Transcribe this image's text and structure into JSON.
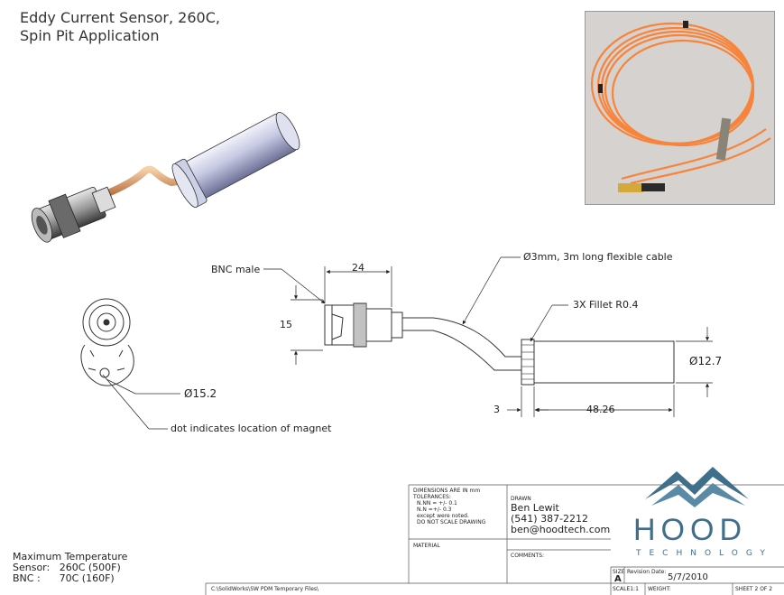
{
  "title": {
    "line1": "Eddy Current Sensor, 260C,",
    "line2": "Spin Pit Application"
  },
  "drawing": {
    "bnc_male_label": "BNC male",
    "dim_24": "24",
    "dim_15": "15",
    "cable_label": "3mm, 3m long flexible cable",
    "fillet_label": "3X Fillet R0.4",
    "dim_12_7": "12.7",
    "dim_3": "3",
    "dim_48_26": "48.26",
    "dim_15_2": "15.2",
    "dot_note": "dot indicates location of magnet",
    "diameter_symbol": "Ø"
  },
  "max_temperature": {
    "heading": "Maximum Temperature",
    "sensor": "Sensor:   260C (500F)",
    "bnc": "BNC :      70C (160F)"
  },
  "title_block": {
    "dims_line1": "DIMENSIONS ARE IN mm",
    "dims_line2": "TOLERANCES:",
    "tol1": "N.NN = +/- 0.1",
    "tol2": "N.N    =+/- 0.3",
    "except": "except were noted.",
    "do_not_scale": "DO  NOT  SCALE DRAWING",
    "drawn_label": "DRAWN",
    "drawn_name": "Ben Lewit",
    "drawn_phone": "(541) 387-2212",
    "drawn_email": "ben@hoodtech.com",
    "material_label": "MATERIAL",
    "comments_label": "COMMENTS:",
    "path": "C:\\SolidWorks\\SW PDM Temporary Files\\",
    "size_label": "SIZE",
    "size_value": "A",
    "revision_label": "Revision Date:",
    "revision_date": "5/7/2010",
    "scale": "SCALE1:1",
    "weight": "WEIGHT:",
    "sheet": "SHEET 2 OF 2"
  },
  "logo": {
    "word": "HOOD",
    "sub": "TECHNOLOGY"
  },
  "colors": {
    "cable_orange": "#f7843a",
    "logo_blue": "#3f6f8a",
    "copper": "#d9905a",
    "steel": "#b8bcd8"
  }
}
